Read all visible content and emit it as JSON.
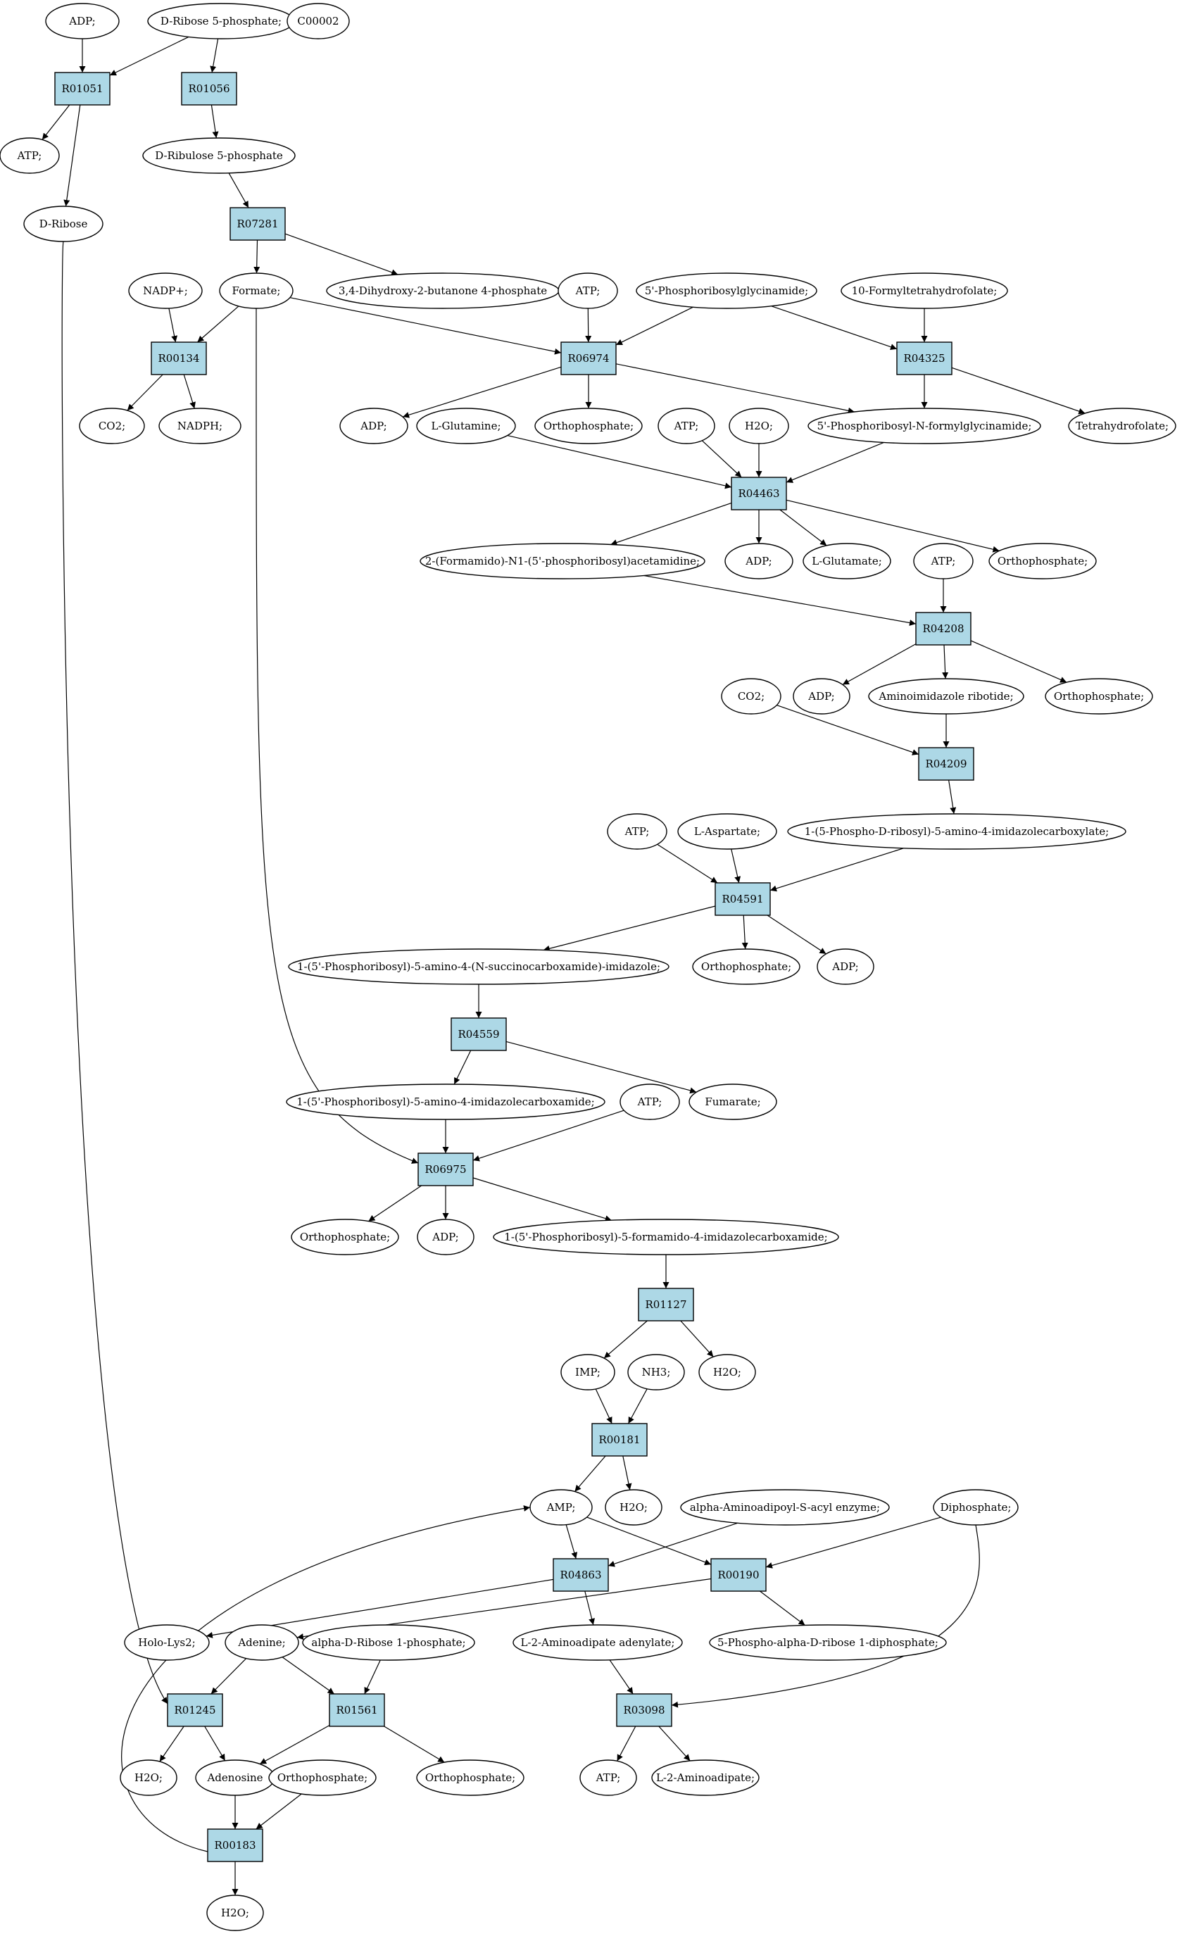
{
  "colors": {
    "reaction_fill": "#add8e6",
    "compound_fill": "#ffffff",
    "start_compound_fill": "#00ff00",
    "target_compound_fill": "#ffff00",
    "stroke": "#000000"
  },
  "nodes": [
    {
      "id": "c_adp_top",
      "label": "ADP;",
      "kind": "compound"
    },
    {
      "id": "c_ribose5p",
      "label": "D-Ribose 5-phosphate;",
      "kind": "compound",
      "fill": "start"
    },
    {
      "id": "c_c00002",
      "label": "C00002",
      "kind": "compound",
      "fill": "target"
    },
    {
      "id": "r_R01051",
      "label": "R01051",
      "kind": "reaction"
    },
    {
      "id": "r_R01056",
      "label": "R01056",
      "kind": "reaction"
    },
    {
      "id": "c_atp_a",
      "label": "ATP;",
      "kind": "compound"
    },
    {
      "id": "c_ribulose5p",
      "label": "D-Ribulose 5-phosphate",
      "kind": "compound"
    },
    {
      "id": "c_dribose",
      "label": "D-Ribose",
      "kind": "compound"
    },
    {
      "id": "r_R07281",
      "label": "R07281",
      "kind": "reaction"
    },
    {
      "id": "c_nadp",
      "label": "NADP+;",
      "kind": "compound"
    },
    {
      "id": "c_formate",
      "label": "Formate;",
      "kind": "compound"
    },
    {
      "id": "c_dhbp",
      "label": "3,4-Dihydroxy-2-butanone 4-phosphate",
      "kind": "compound"
    },
    {
      "id": "c_atp_b",
      "label": "ATP;",
      "kind": "compound"
    },
    {
      "id": "c_prgly",
      "label": "5'-Phosphoribosylglycinamide;",
      "kind": "compound"
    },
    {
      "id": "c_fthf",
      "label": "10-Formyltetrahydrofolate;",
      "kind": "compound"
    },
    {
      "id": "r_R00134",
      "label": "R00134",
      "kind": "reaction"
    },
    {
      "id": "r_R06974",
      "label": "R06974",
      "kind": "reaction"
    },
    {
      "id": "r_R04325",
      "label": "R04325",
      "kind": "reaction"
    },
    {
      "id": "c_co2_a",
      "label": "CO2;",
      "kind": "compound"
    },
    {
      "id": "c_nadph",
      "label": "NADPH;",
      "kind": "compound"
    },
    {
      "id": "c_adp_b",
      "label": "ADP;",
      "kind": "compound"
    },
    {
      "id": "c_lgln",
      "label": "L-Glutamine;",
      "kind": "compound"
    },
    {
      "id": "c_pi_a",
      "label": "Orthophosphate;",
      "kind": "compound"
    },
    {
      "id": "c_atp_c",
      "label": "ATP;",
      "kind": "compound"
    },
    {
      "id": "c_h2o_a",
      "label": "H2O;",
      "kind": "compound"
    },
    {
      "id": "c_fgar",
      "label": "5'-Phosphoribosyl-N-formylglycinamide;",
      "kind": "compound"
    },
    {
      "id": "c_thf",
      "label": "Tetrahydrofolate;",
      "kind": "compound"
    },
    {
      "id": "r_R04463",
      "label": "R04463",
      "kind": "reaction"
    },
    {
      "id": "c_fgam",
      "label": "2-(Formamido)-N1-(5'-phosphoribosyl)acetamidine;",
      "kind": "compound"
    },
    {
      "id": "c_adp_c",
      "label": "ADP;",
      "kind": "compound"
    },
    {
      "id": "c_lglu",
      "label": "L-Glutamate;",
      "kind": "compound"
    },
    {
      "id": "c_atp_d",
      "label": "ATP;",
      "kind": "compound"
    },
    {
      "id": "c_pi_b",
      "label": "Orthophosphate;",
      "kind": "compound"
    },
    {
      "id": "r_R04208",
      "label": "R04208",
      "kind": "reaction"
    },
    {
      "id": "c_co2_b",
      "label": "CO2;",
      "kind": "compound"
    },
    {
      "id": "c_adp_d",
      "label": "ADP;",
      "kind": "compound"
    },
    {
      "id": "c_air",
      "label": "Aminoimidazole ribotide;",
      "kind": "compound"
    },
    {
      "id": "c_pi_c",
      "label": "Orthophosphate;",
      "kind": "compound"
    },
    {
      "id": "r_R04209",
      "label": "R04209",
      "kind": "reaction"
    },
    {
      "id": "c_cair",
      "label": "1-(5-Phospho-D-ribosyl)-5-amino-4-imidazolecarboxylate;",
      "kind": "compound"
    },
    {
      "id": "c_atp_e",
      "label": "ATP;",
      "kind": "compound"
    },
    {
      "id": "c_lasp",
      "label": "L-Aspartate;",
      "kind": "compound"
    },
    {
      "id": "r_R04591",
      "label": "R04591",
      "kind": "reaction"
    },
    {
      "id": "c_saicar",
      "label": "1-(5'-Phosphoribosyl)-5-amino-4-(N-succinocarboxamide)-imidazole;",
      "kind": "compound"
    },
    {
      "id": "c_pi_d",
      "label": "Orthophosphate;",
      "kind": "compound"
    },
    {
      "id": "c_adp_e",
      "label": "ADP;",
      "kind": "compound"
    },
    {
      "id": "r_R04559",
      "label": "R04559",
      "kind": "reaction"
    },
    {
      "id": "c_aicar",
      "label": "1-(5'-Phosphoribosyl)-5-amino-4-imidazolecarboxamide;",
      "kind": "compound"
    },
    {
      "id": "c_atp_f",
      "label": "ATP;",
      "kind": "compound"
    },
    {
      "id": "c_fumarate",
      "label": "Fumarate;",
      "kind": "compound"
    },
    {
      "id": "r_R06975",
      "label": "R06975",
      "kind": "reaction"
    },
    {
      "id": "c_pi_e",
      "label": "Orthophosphate;",
      "kind": "compound"
    },
    {
      "id": "c_adp_f",
      "label": "ADP;",
      "kind": "compound"
    },
    {
      "id": "c_faicar",
      "label": "1-(5'-Phosphoribosyl)-5-formamido-4-imidazolecarboxamide;",
      "kind": "compound"
    },
    {
      "id": "r_R01127",
      "label": "R01127",
      "kind": "reaction"
    },
    {
      "id": "c_imp",
      "label": "IMP;",
      "kind": "compound"
    },
    {
      "id": "c_nh3",
      "label": "NH3;",
      "kind": "compound"
    },
    {
      "id": "c_h2o_b",
      "label": "H2O;",
      "kind": "compound"
    },
    {
      "id": "r_R00181",
      "label": "R00181",
      "kind": "reaction"
    },
    {
      "id": "c_amp",
      "label": "AMP;",
      "kind": "compound"
    },
    {
      "id": "c_h2o_c",
      "label": "H2O;",
      "kind": "compound"
    },
    {
      "id": "c_aaacyl",
      "label": "alpha-Aminoadipoyl-S-acyl enzyme;",
      "kind": "compound"
    },
    {
      "id": "c_ppi",
      "label": "Diphosphate;",
      "kind": "compound"
    },
    {
      "id": "r_R04863",
      "label": "R04863",
      "kind": "reaction"
    },
    {
      "id": "r_R00190",
      "label": "R00190",
      "kind": "reaction"
    },
    {
      "id": "c_hololys2",
      "label": "Holo-Lys2;",
      "kind": "compound"
    },
    {
      "id": "c_adenine",
      "label": "Adenine;",
      "kind": "compound"
    },
    {
      "id": "c_adr1p",
      "label": "alpha-D-Ribose 1-phosphate;",
      "kind": "compound"
    },
    {
      "id": "c_l2aa_adenylate",
      "label": "L-2-Aminoadipate adenylate;",
      "kind": "compound"
    },
    {
      "id": "c_prpp",
      "label": "5-Phospho-alpha-D-ribose 1-diphosphate;",
      "kind": "compound"
    },
    {
      "id": "r_R01245",
      "label": "R01245",
      "kind": "reaction"
    },
    {
      "id": "r_R01561",
      "label": "R01561",
      "kind": "reaction"
    },
    {
      "id": "r_R03098",
      "label": "R03098",
      "kind": "reaction"
    },
    {
      "id": "c_h2o_d",
      "label": "H2O;",
      "kind": "compound"
    },
    {
      "id": "c_adenosine",
      "label": "Adenosine",
      "kind": "compound"
    },
    {
      "id": "c_pi_f",
      "label": "Orthophosphate;",
      "kind": "compound"
    },
    {
      "id": "c_pi_g",
      "label": "Orthophosphate;",
      "kind": "compound"
    },
    {
      "id": "c_atp_g",
      "label": "ATP;",
      "kind": "compound"
    },
    {
      "id": "c_l2aa",
      "label": "L-2-Aminoadipate;",
      "kind": "compound"
    },
    {
      "id": "r_R00183",
      "label": "R00183",
      "kind": "reaction"
    },
    {
      "id": "c_h2o_e",
      "label": "H2O;",
      "kind": "compound"
    }
  ],
  "edges": [
    [
      "c_adp_top",
      "r_R01051"
    ],
    [
      "c_ribose5p",
      "r_R01051"
    ],
    [
      "c_ribose5p",
      "r_R01056"
    ],
    [
      "r_R01051",
      "c_atp_a"
    ],
    [
      "r_R01051",
      "c_dribose"
    ],
    [
      "r_R01056",
      "c_ribulose5p"
    ],
    [
      "c_ribulose5p",
      "r_R07281"
    ],
    [
      "r_R07281",
      "c_formate"
    ],
    [
      "r_R07281",
      "c_dhbp"
    ],
    [
      "c_nadp",
      "r_R00134"
    ],
    [
      "c_formate",
      "r_R00134"
    ],
    [
      "c_formate",
      "r_R06974"
    ],
    [
      "c_formate",
      "r_R06975"
    ],
    [
      "c_atp_b",
      "r_R06974"
    ],
    [
      "c_prgly",
      "r_R06974"
    ],
    [
      "c_prgly",
      "r_R04325"
    ],
    [
      "c_fthf",
      "r_R04325"
    ],
    [
      "r_R00134",
      "c_co2_a"
    ],
    [
      "r_R00134",
      "c_nadph"
    ],
    [
      "r_R06974",
      "c_adp_b"
    ],
    [
      "r_R06974",
      "c_pi_a"
    ],
    [
      "r_R06974",
      "c_fgar"
    ],
    [
      "r_R04325",
      "c_fgar"
    ],
    [
      "r_R04325",
      "c_thf"
    ],
    [
      "c_lgln",
      "r_R04463"
    ],
    [
      "c_atp_c",
      "r_R04463"
    ],
    [
      "c_h2o_a",
      "r_R04463"
    ],
    [
      "c_fgar",
      "r_R04463"
    ],
    [
      "r_R04463",
      "c_fgam"
    ],
    [
      "r_R04463",
      "c_adp_c"
    ],
    [
      "r_R04463",
      "c_lglu"
    ],
    [
      "r_R04463",
      "c_pi_b"
    ],
    [
      "c_fgam",
      "r_R04208"
    ],
    [
      "c_atp_d",
      "r_R04208"
    ],
    [
      "r_R04208",
      "c_adp_d"
    ],
    [
      "r_R04208",
      "c_air"
    ],
    [
      "r_R04208",
      "c_pi_c"
    ],
    [
      "c_co2_b",
      "r_R04209"
    ],
    [
      "c_air",
      "r_R04209"
    ],
    [
      "r_R04209",
      "c_cair"
    ],
    [
      "c_atp_e",
      "r_R04591"
    ],
    [
      "c_lasp",
      "r_R04591"
    ],
    [
      "c_cair",
      "r_R04591"
    ],
    [
      "r_R04591",
      "c_saicar"
    ],
    [
      "r_R04591",
      "c_pi_d"
    ],
    [
      "r_R04591",
      "c_adp_e"
    ],
    [
      "c_saicar",
      "r_R04559"
    ],
    [
      "r_R04559",
      "c_aicar"
    ],
    [
      "r_R04559",
      "c_fumarate"
    ],
    [
      "c_aicar",
      "r_R06975"
    ],
    [
      "c_atp_f",
      "r_R06975"
    ],
    [
      "r_R06975",
      "c_pi_e"
    ],
    [
      "r_R06975",
      "c_adp_f"
    ],
    [
      "r_R06975",
      "c_faicar"
    ],
    [
      "c_faicar",
      "r_R01127"
    ],
    [
      "r_R01127",
      "c_imp"
    ],
    [
      "r_R01127",
      "c_h2o_b"
    ],
    [
      "c_imp",
      "r_R00181"
    ],
    [
      "c_nh3",
      "r_R00181"
    ],
    [
      "r_R00181",
      "c_amp"
    ],
    [
      "r_R00181",
      "c_h2o_c"
    ],
    [
      "c_amp",
      "r_R04863"
    ],
    [
      "c_amp",
      "r_R00190"
    ],
    [
      "c_aaacyl",
      "r_R04863"
    ],
    [
      "c_ppi",
      "r_R00190"
    ],
    [
      "c_ppi",
      "r_R03098"
    ],
    [
      "r_R04863",
      "c_hololys2"
    ],
    [
      "r_R04863",
      "c_l2aa_adenylate"
    ],
    [
      "r_R00190",
      "c_adenine"
    ],
    [
      "r_R00190",
      "c_prpp"
    ],
    [
      "c_dribose",
      "r_R01245"
    ],
    [
      "c_adenine",
      "r_R01245"
    ],
    [
      "c_adenine",
      "r_R01561"
    ],
    [
      "c_adr1p",
      "r_R01561"
    ],
    [
      "c_l2aa_adenylate",
      "r_R03098"
    ],
    [
      "r_R01245",
      "c_h2o_d"
    ],
    [
      "r_R01245",
      "c_adenosine"
    ],
    [
      "r_R01561",
      "c_adenosine"
    ],
    [
      "r_R01561",
      "c_pi_g"
    ],
    [
      "r_R03098",
      "c_atp_g"
    ],
    [
      "r_R03098",
      "c_l2aa"
    ],
    [
      "c_adenosine",
      "r_R00183"
    ],
    [
      "c_pi_f",
      "r_R00183"
    ],
    [
      "r_R00183",
      "c_h2o_e"
    ],
    [
      "r_R00183",
      "c_amp"
    ]
  ]
}
